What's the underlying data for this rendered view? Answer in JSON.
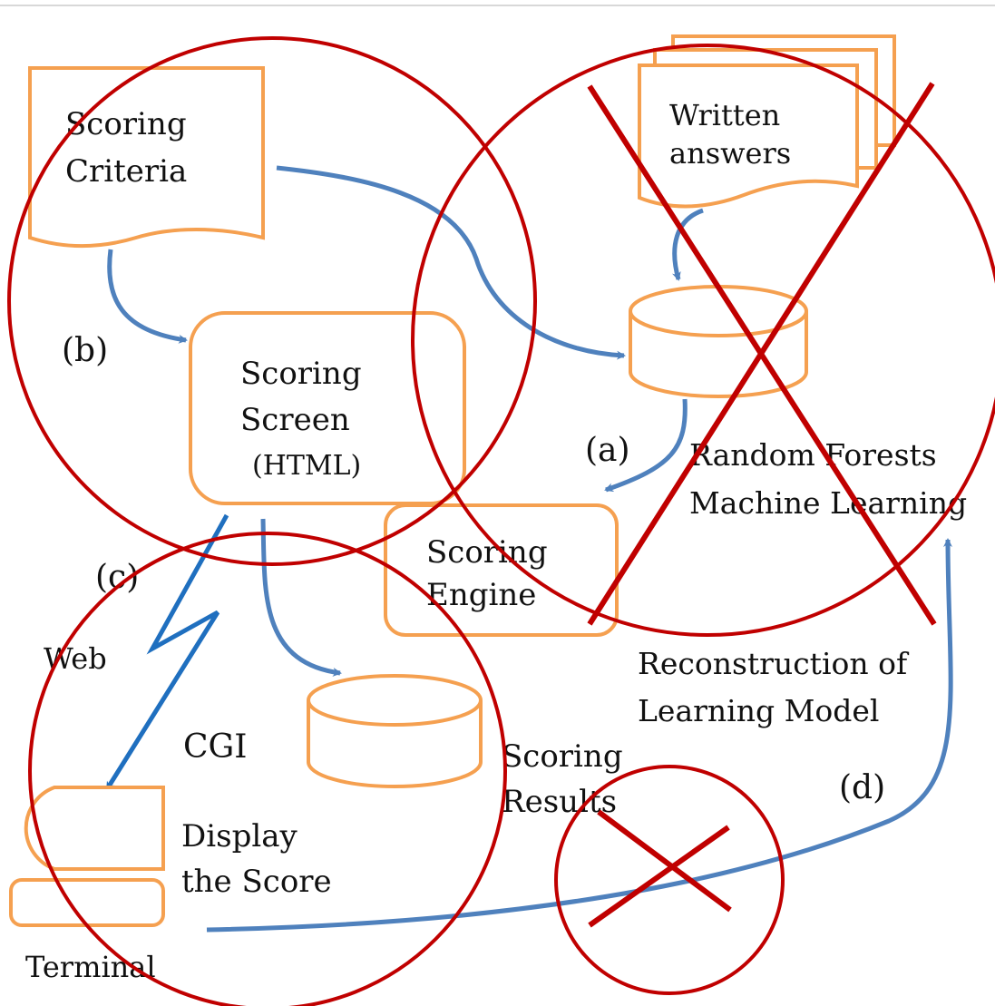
{
  "colors": {
    "box_stroke": "#f5a050",
    "arrow": "#4f81bd",
    "web_link": "#1f6fbf",
    "mark": "#c00000",
    "text": "#111111"
  },
  "documents": {
    "scoring_criteria": [
      "Scoring",
      "Criteria"
    ],
    "written_answers": [
      "Written",
      "answers"
    ]
  },
  "components": {
    "scoring_screen": [
      "Scoring",
      "Screen",
      "(HTML)"
    ],
    "scoring_engine": [
      "Scoring",
      "Engine"
    ],
    "scoring_results": [
      "Scoring",
      "Results"
    ],
    "terminal": "Terminal",
    "display_score": [
      "Display",
      "the Score"
    ]
  },
  "labels": {
    "a": "(a)",
    "b": "(b)",
    "c": "(c)",
    "d": "(d)",
    "web": "Web",
    "cgi": "CGI",
    "random_forests": [
      "Random Forests",
      "Machine Learning"
    ],
    "reconstruction": [
      "Reconstruction of",
      "Learning Model"
    ]
  },
  "icons": [
    "document-icon",
    "database-icon",
    "terminal-icon",
    "cross-mark-icon",
    "web-link-icon"
  ]
}
